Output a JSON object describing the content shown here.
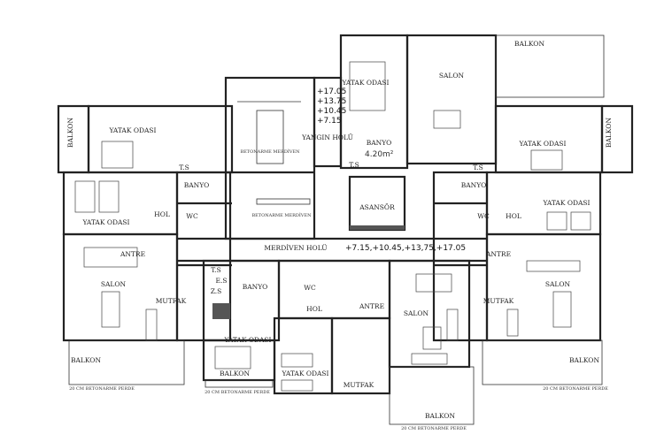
{
  "plan": {
    "levels_stair": [
      "+17.05",
      "+13.75",
      "+10.45",
      "+7.15"
    ],
    "levels_hall": "+7.15,+10.45,+13,75,+17.05",
    "stair_label": "BETONARME MERDİVEN",
    "rooms": {
      "yangin_holu": "YANGIN HOLÜ",
      "merdiven_holu": "MERDİVEN HOLÜ",
      "asansor": "ASANSÖR",
      "top_yatak": "YATAK ODASI",
      "top_banyo": "BANYO",
      "top_banyo_area": "4.20m²",
      "top_salon": "SALON",
      "top_balkon": "BALKON",
      "ts_top": "T.S",
      "left_yatak1": "YATAK ODASI",
      "left_yatak2": "YATAK ODASI",
      "left_balkon_side": "BALKON",
      "left_banyo": "BANYO",
      "left_wc": "WC",
      "left_hol": "HOL",
      "left_ts": "T.S",
      "left_antre": "ANTRE",
      "left_salon": "SALON",
      "left_mutfak": "MUTFAK",
      "left_balkon": "BALKON",
      "right_yatak1": "YATAK ODASI",
      "right_yatak2": "YATAK ODASI",
      "right_balkon_side": "BALKON",
      "right_banyo": "BANYO",
      "right_wc": "WC",
      "right_hol": "HOL",
      "right_ts": "T.S",
      "right_antre": "ANTRE",
      "right_salon": "SALON",
      "right_mutfak": "MUTFAK",
      "right_balkon": "BALKON",
      "mid_ts": "T.S",
      "mid_es": "E.S",
      "mid_zs": "Z.S",
      "mid_banyo": "BANYO",
      "mid_wc": "WC",
      "mid_hol": "HOL",
      "mid_antre": "ANTRE",
      "mid_salon": "SALON",
      "mid_yatak1": "YATAK ODASI",
      "mid_yatak2": "YATAK ODASI",
      "mid_mutfak": "MUTFAK",
      "mid_balkon1": "BALKON",
      "mid_balkon2": "BALKON"
    },
    "wall_notes": {
      "left": "20 CM BETONARME PERDE",
      "mid": "20 CM BETONARME PERDE",
      "mid2": "20 CM BETONARME PERDE",
      "right": "20 CM BETONARME PERDE"
    }
  }
}
